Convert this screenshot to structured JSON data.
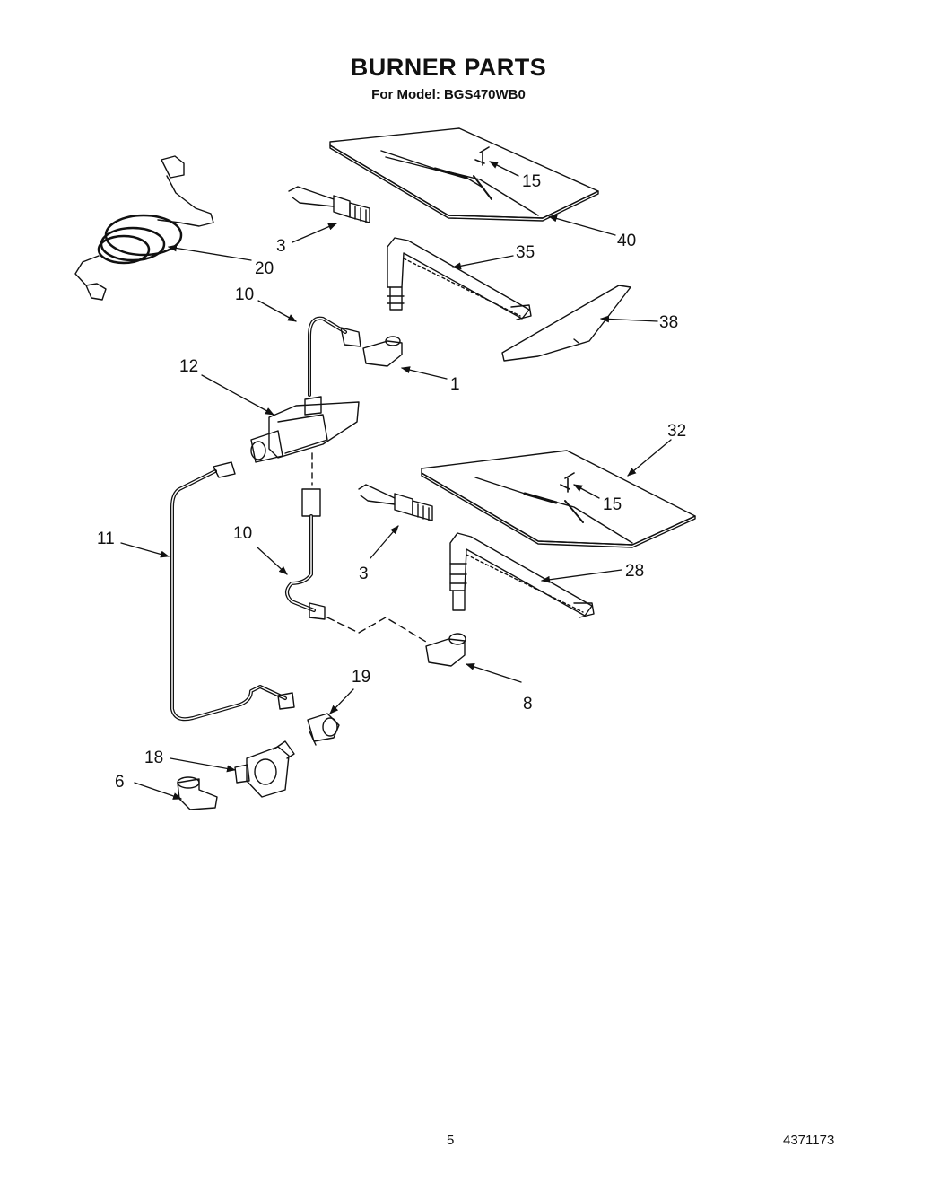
{
  "header": {
    "title": "BURNER PARTS",
    "subtitle": "For Model: BGS470WB0"
  },
  "callouts": {
    "c15a": "15",
    "c40": "40",
    "c3a": "3",
    "c20": "20",
    "c35": "35",
    "c10a": "10",
    "c38": "38",
    "c1": "1",
    "c12": "12",
    "c32": "32",
    "c15b": "15",
    "c11": "11",
    "c10b": "10",
    "c3b": "3",
    "c28": "28",
    "c8": "8",
    "c19": "19",
    "c18": "18",
    "c6": "6"
  },
  "footer": {
    "page_number": "5",
    "document_number": "4371173"
  }
}
